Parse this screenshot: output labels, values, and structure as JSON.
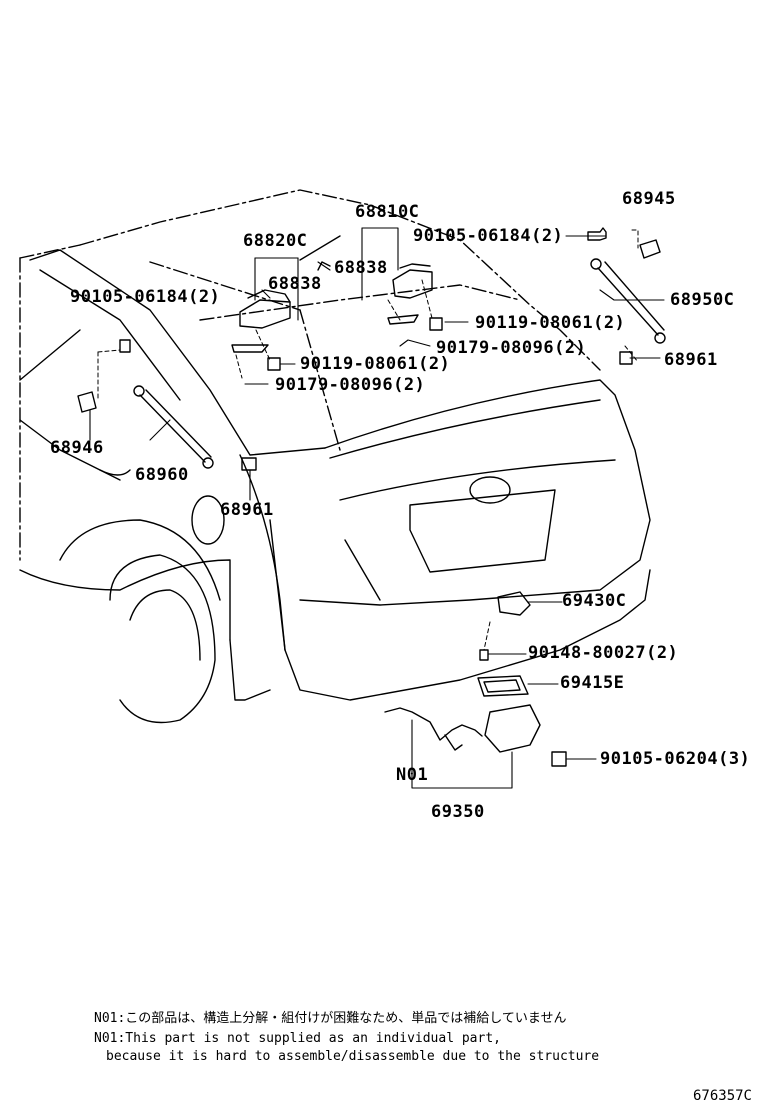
{
  "labels": {
    "p68810C": "68810C",
    "p68945": "68945",
    "p90105_06184_right": "90105-06184(2)",
    "p68820C": "68820C",
    "p68838_a": "68838",
    "p68838_b": "68838",
    "p90105_06184_left": "90105-06184(2)",
    "p68950C": "68950C",
    "p90119_08061_right": "90119-08061(2)",
    "p90179_08096_right": "90179-08096(2)",
    "p68961_right": "68961",
    "p90119_08061_left": "90119-08061(2)",
    "p90179_08096_left": "90179-08096(2)",
    "p68946": "68946",
    "p68960": "68960",
    "p68961_left": "68961",
    "p69430C": "69430C",
    "p90148_80027": "90148-80027(2)",
    "p69415E": "69415E",
    "p90105_06204": "90105-06204(3)",
    "pN01": "N01",
    "p69350": "69350"
  },
  "notes": {
    "jp": "N01:この部品は、構造上分解・組付けが困難なため、単品では補給していません",
    "en1": "N01:This part is not supplied as an individual part,",
    "en2": "because it is hard to assemble/disassemble due to the structure"
  },
  "figure_code": "676357C"
}
